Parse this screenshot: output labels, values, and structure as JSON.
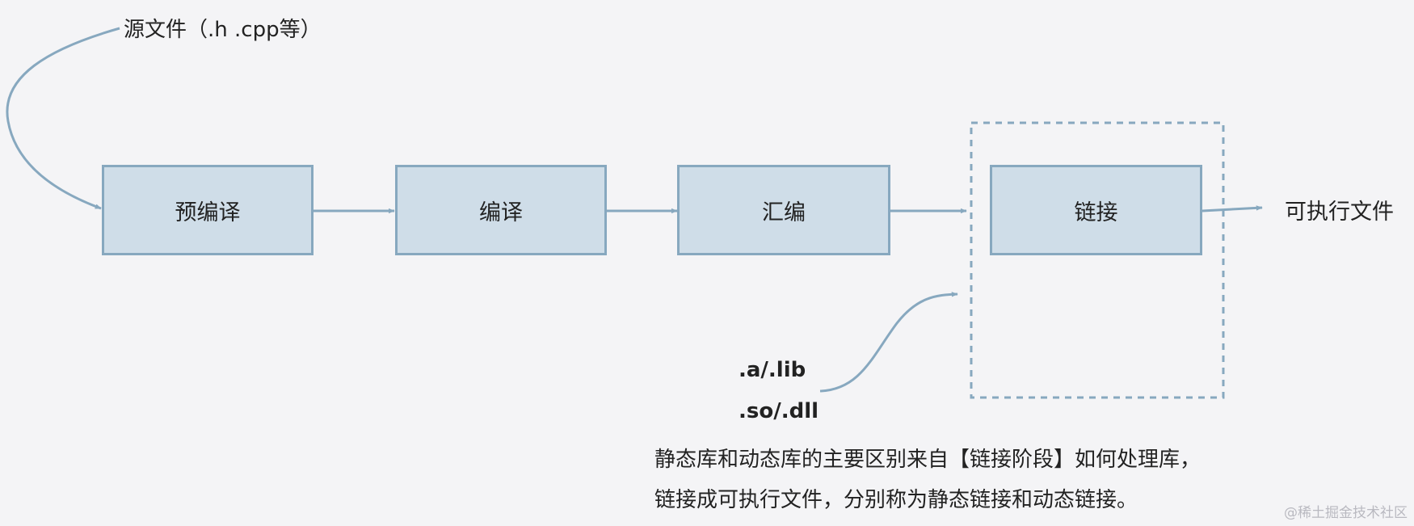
{
  "source_label": "源文件（.h .cpp等）",
  "stages": [
    "预编译",
    "编译",
    "汇编",
    "链接"
  ],
  "output_label": "可执行文件",
  "libraries": [
    ".a/.lib",
    ".so/.dll"
  ],
  "note_lines": [
    "静态库和动态库的主要区别来自【链接阶段】如何处理库，",
    "链接成可执行文件，分别称为静态链接和动态链接。"
  ],
  "watermark": "@稀土掘金技术社区",
  "colors": {
    "box_fill": "#cfdde8",
    "box_border": "#87a8bf",
    "arrow": "#87a8bf",
    "background": "#f4f4f6"
  }
}
